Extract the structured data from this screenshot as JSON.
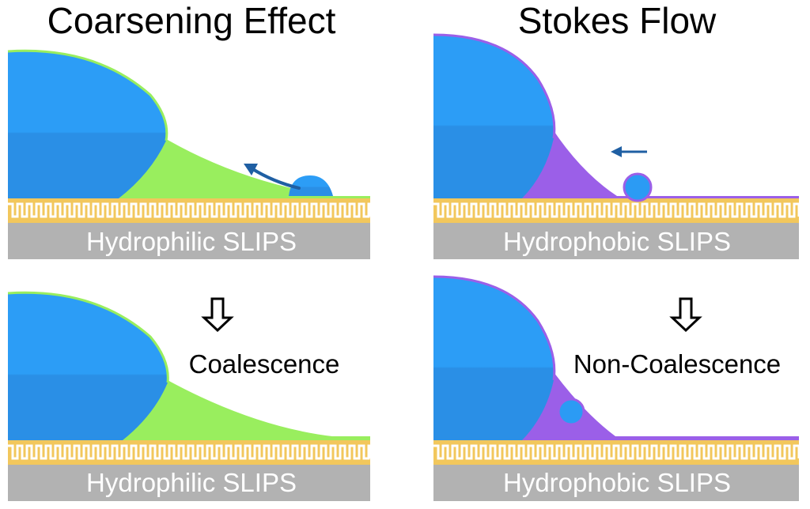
{
  "titles": {
    "left": "Coarsening Effect",
    "right": "Stokes Flow"
  },
  "substrates": {
    "hydrophilic": "Hydrophilic SLIPS",
    "hydrophobic": "Hydrophobic SLIPS"
  },
  "outcomes": {
    "left": "Coalescence",
    "right": "Non-Coalescence"
  },
  "colors": {
    "water": "#2b9bf4",
    "water_edge": "#1a6fb8",
    "hydrophilic_oil": "#99ee5e",
    "hydrophobic_oil": "#9b5fe8",
    "texture": "#f2c75c",
    "substrate": "#b2b2b2",
    "arrow": "#1f5fa3"
  },
  "icons": {
    "down_arrow": "hollow-down-arrow-icon",
    "motion_arrow": "motion-arrow-icon"
  }
}
